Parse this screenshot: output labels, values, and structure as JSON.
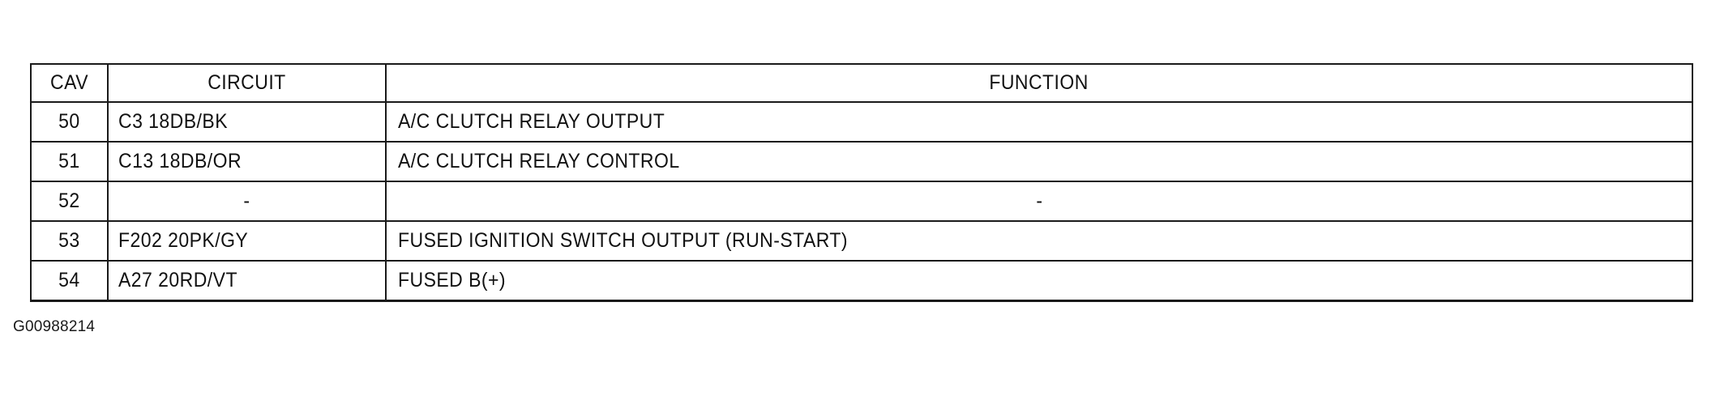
{
  "table": {
    "headers": {
      "cav": "CAV",
      "circuit": "CIRCUIT",
      "function": "FUNCTION"
    },
    "rows": [
      {
        "cav": "50",
        "circuit": "C3 18DB/BK",
        "function": "A/C CLUTCH RELAY OUTPUT"
      },
      {
        "cav": "51",
        "circuit": "C13 18DB/OR",
        "function": "A/C CLUTCH RELAY CONTROL"
      },
      {
        "cav": "52",
        "circuit": "-",
        "function": "-"
      },
      {
        "cav": "53",
        "circuit": "F202 20PK/GY",
        "function": "FUSED IGNITION SWITCH OUTPUT (RUN-START)"
      },
      {
        "cav": "54",
        "circuit": "A27 20RD/VT",
        "function": "FUSED B(+)"
      }
    ]
  },
  "figure_id": "G00988214"
}
